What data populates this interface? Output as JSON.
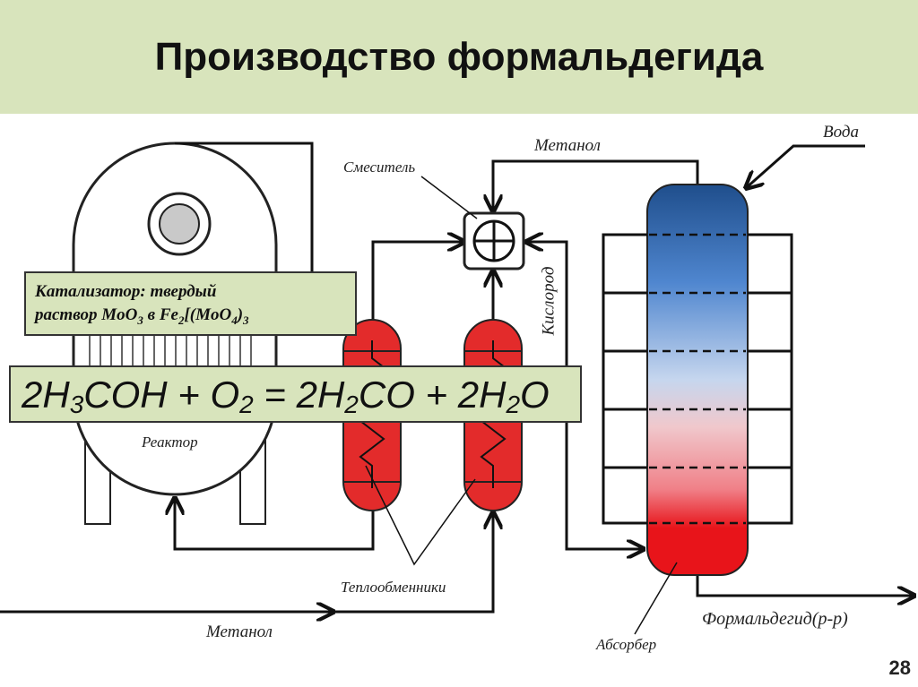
{
  "title": "Производство формальдегида",
  "labels": {
    "mixer": "Смеситель",
    "methanol_top": "Метанол",
    "water": "Вода",
    "oxygen": "Кислород",
    "reactor": "Реактор",
    "heat_exchangers": "Теплообменники",
    "methanol_bottom": "Метанол",
    "absorber": "Абсорбер",
    "formaldehyde": "Формальдегид(р-р)"
  },
  "catalyst": {
    "line1": "Катализатор: твердый",
    "line2_prefix": "раствор MoO",
    "line2_sub1": "3",
    "line2_mid": " в Fe",
    "line2_sub2": "2",
    "line2_mid2": "[(MoO",
    "line2_sub3": "4",
    "line2_end": ")",
    "line2_sub4": "3"
  },
  "equation": {
    "p1": "2H",
    "s1": "3",
    "p2": "COH + O",
    "s2": "2",
    "p3": " = 2H",
    "s3": "2",
    "p4": "CO + 2H",
    "s4": "2",
    "p5": "O"
  },
  "page_number": "28",
  "colors": {
    "header_bg": "#d8e4bc",
    "exchanger_red": "#e32b2b",
    "absorber_top": "#1f4e8c",
    "absorber_bottom": "#e8141a"
  }
}
